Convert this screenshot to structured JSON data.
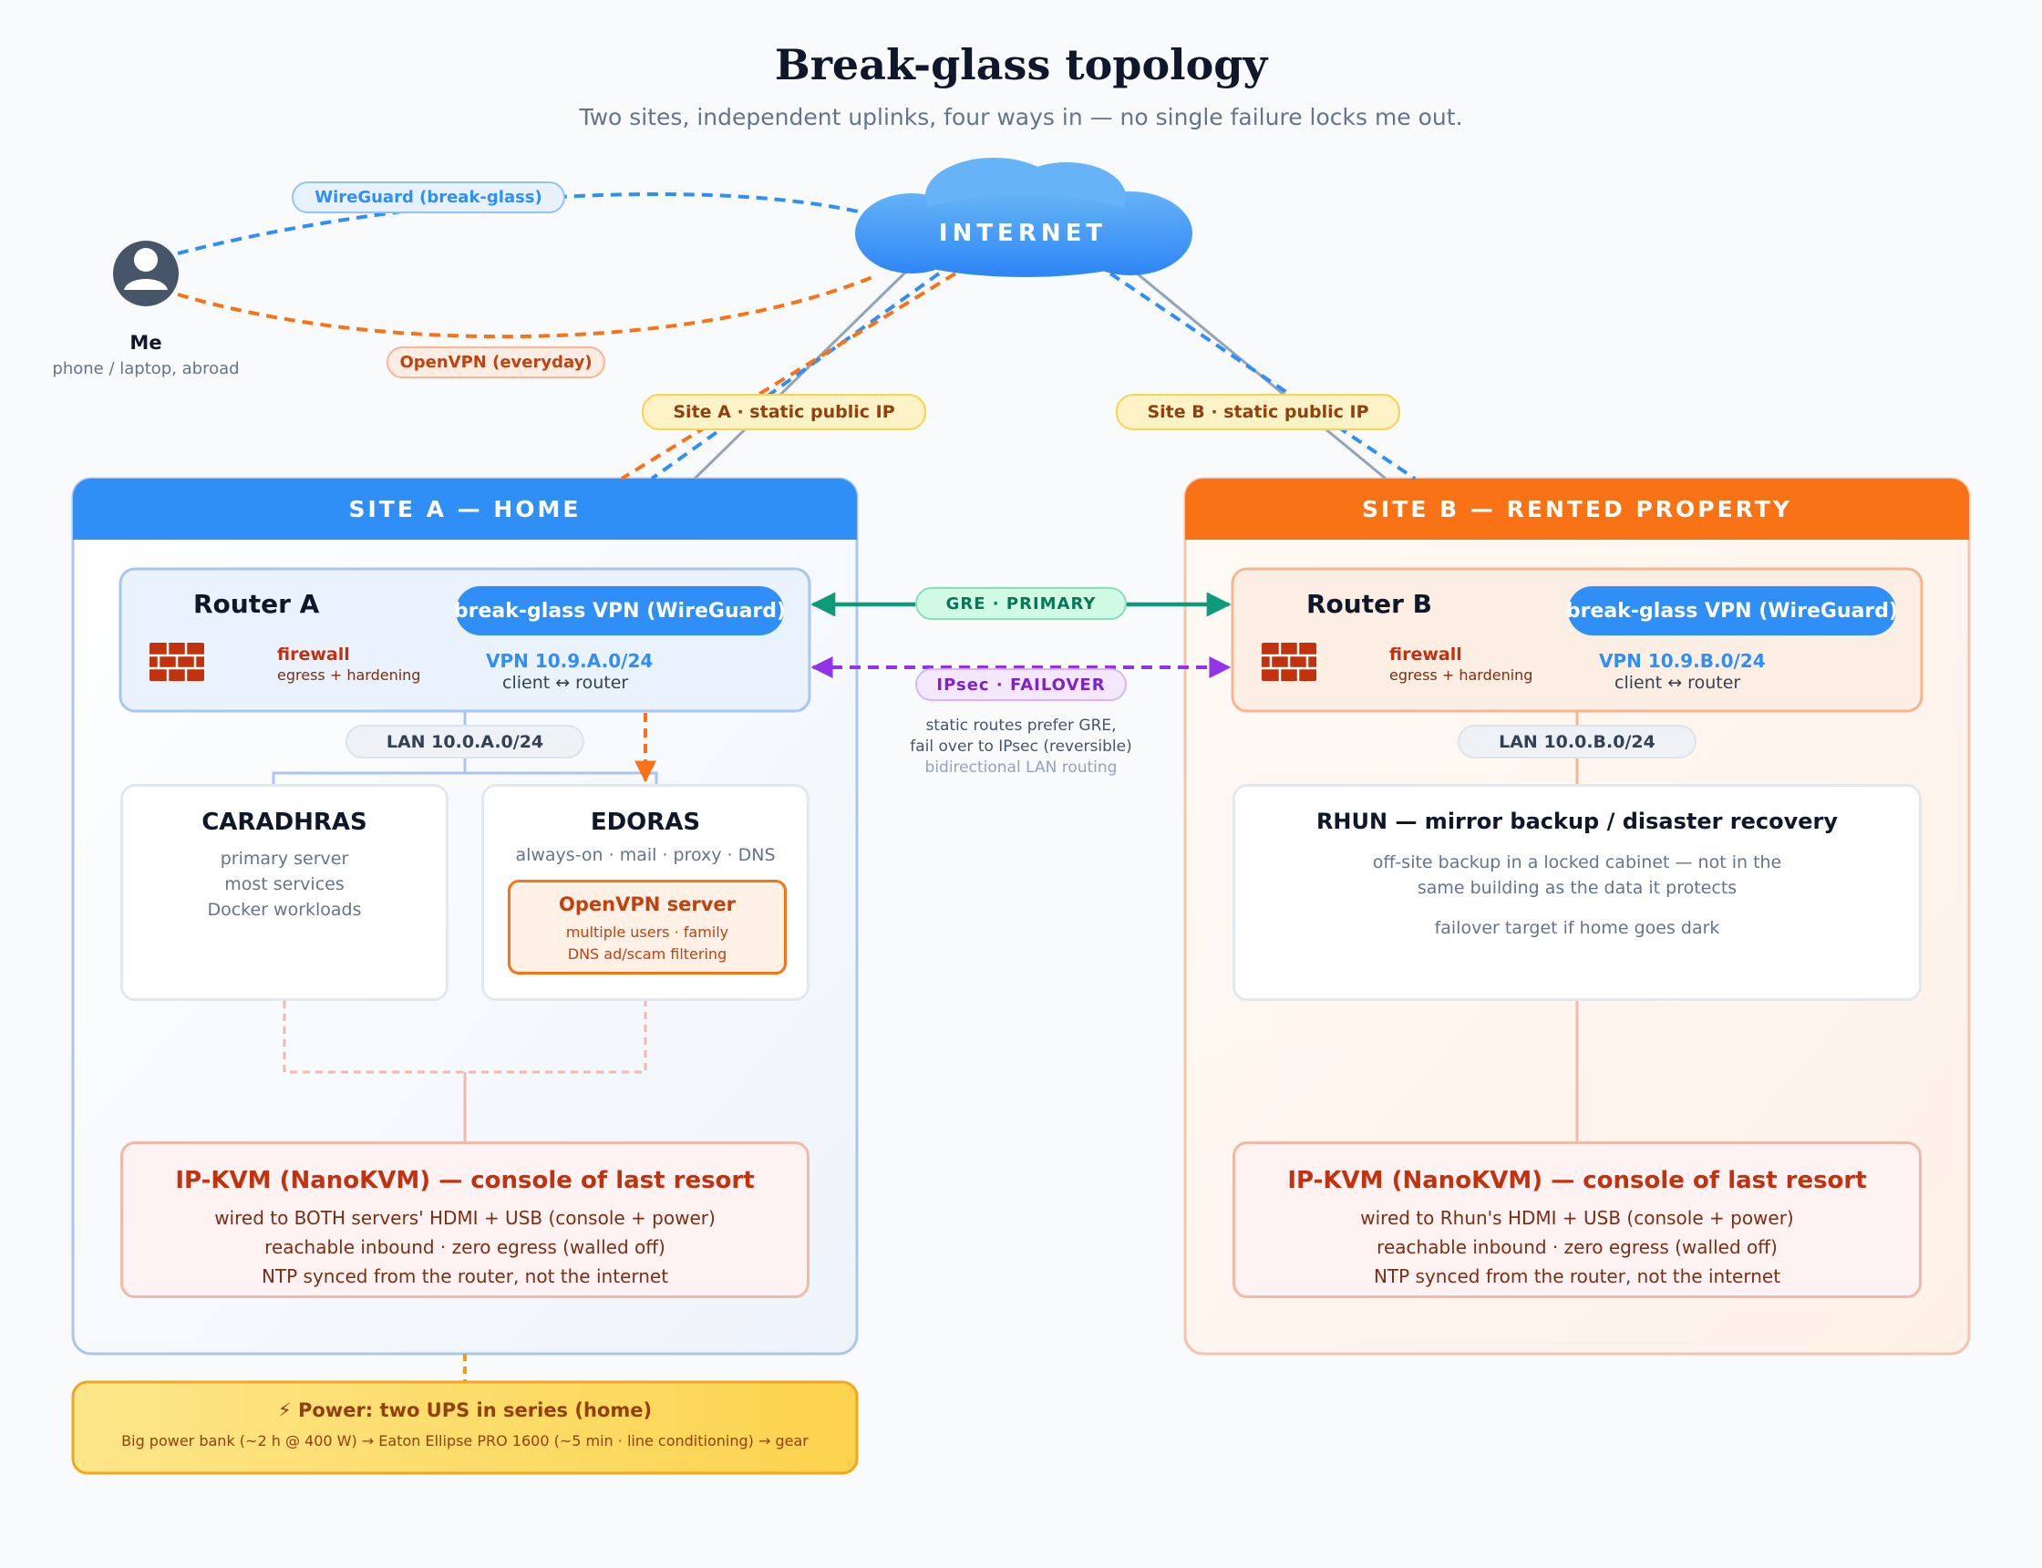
{
  "title": "Break-glass topology",
  "subtitle": "Two sites, independent uplinks, four ways in — no single failure locks me out.",
  "internet": {
    "label": "INTERNET"
  },
  "me": {
    "name": "Me",
    "caption": "phone / laptop, abroad"
  },
  "links": {
    "wireguard": "WireGuard (break-glass)",
    "openvpn": "OpenVPN (everyday)",
    "site_a_ip": "Site A · static public IP",
    "site_b_ip": "Site B · static public IP",
    "gre": "GRE · PRIMARY",
    "ipsec": "IPsec · FAILOVER",
    "routing_note": [
      "static routes prefer GRE,",
      "fail over to IPsec (reversible)",
      "bidirectional LAN routing"
    ]
  },
  "site_a": {
    "header": "SITE A — HOME",
    "router": {
      "name": "Router A",
      "vpn_pill": "break-glass VPN (WireGuard)",
      "firewall": "firewall",
      "firewall_sub": "egress + hardening",
      "vpn_net": "VPN 10.9.A.0/24",
      "vpn_sub": "client ↔ router"
    },
    "lan": "LAN 10.0.A.0/24",
    "caradhras": {
      "name": "CARADHRAS",
      "lines": [
        "primary server",
        "most services",
        "Docker workloads"
      ]
    },
    "edoras": {
      "name": "EDORAS",
      "tagline": "always-on · mail · proxy · DNS",
      "openvpn_title": "OpenVPN server",
      "openvpn_lines": [
        "multiple users · family",
        "DNS ad/scam filtering"
      ]
    },
    "kvm": {
      "title": "IP-KVM (NanoKVM) — console of last resort",
      "lines": [
        "wired to BOTH servers' HDMI + USB (console + power)",
        "reachable inbound · zero egress (walled off)",
        "NTP synced from the router, not the internet"
      ]
    }
  },
  "site_b": {
    "header": "SITE B — RENTED PROPERTY",
    "router": {
      "name": "Router B",
      "vpn_pill": "break-glass VPN (WireGuard)",
      "firewall": "firewall",
      "firewall_sub": "egress + hardening",
      "vpn_net": "VPN 10.9.B.0/24",
      "vpn_sub": "client ↔ router"
    },
    "lan": "LAN 10.0.B.0/24",
    "rhun": {
      "name": "RHUN — mirror backup / disaster recovery",
      "lines": [
        "off-site backup in a locked cabinet — not in the",
        "same building as the data it protects"
      ],
      "failover": "failover target if home goes dark"
    },
    "kvm": {
      "title": "IP-KVM (NanoKVM) — console of last resort",
      "lines": [
        "wired to Rhun's HDMI + USB (console + power)",
        "reachable inbound · zero egress (walled off)",
        "NTP synced from the router, not the internet"
      ]
    }
  },
  "power": {
    "title": "⚡ Power: two UPS in series (home)",
    "detail": "Big power bank (~2 h @ 400 W) → Eaton Ellipse PRO 1600 (~5 min · line conditioning) → gear"
  },
  "icons": {
    "internet": "cloud-icon",
    "me": "user-avatar-icon",
    "firewall": "brick-firewall-icon"
  },
  "colors": {
    "blue": "#2f8ff7",
    "orange": "#f97316",
    "green": "#0f9b7a",
    "purple": "#9333ea",
    "gray_line": "#94a3b8",
    "firewall": "#c2320f"
  }
}
